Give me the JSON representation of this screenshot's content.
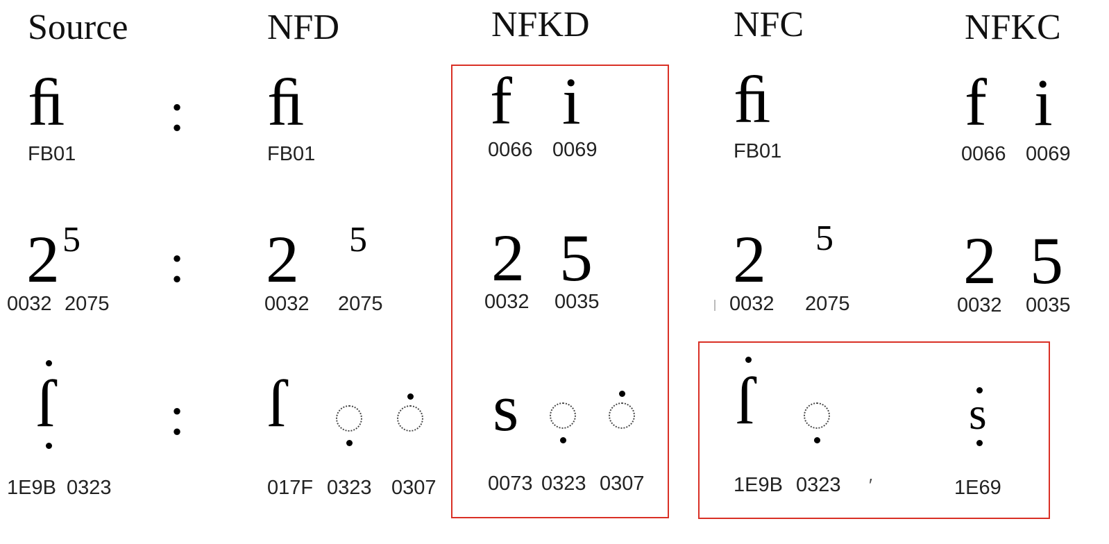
{
  "headers": {
    "source": "Source",
    "nfd": "NFD",
    "nfkd": "NFKD",
    "nfc": "NFC",
    "nfkc": "NFKC"
  },
  "colon": ":",
  "row1": {
    "source": {
      "glyph": "ﬁ",
      "code": "FB01"
    },
    "nfd": {
      "glyph": "ﬁ",
      "code": "FB01"
    },
    "nfkd": [
      {
        "glyph": "f",
        "code": "0066"
      },
      {
        "glyph": "i",
        "code": "0069"
      }
    ],
    "nfc": {
      "glyph": "ﬁ",
      "code": "FB01"
    },
    "nfkc": [
      {
        "glyph": "f",
        "code": "0066"
      },
      {
        "glyph": "i",
        "code": "0069"
      }
    ]
  },
  "row2": {
    "source": [
      {
        "glyph": "2",
        "code": "0032"
      },
      {
        "glyph": "5",
        "code": "2075"
      }
    ],
    "nfd": [
      {
        "glyph": "2",
        "code": "0032"
      },
      {
        "glyph": "5",
        "code": "2075"
      }
    ],
    "nfkd": [
      {
        "glyph": "2",
        "code": "0032"
      },
      {
        "glyph": "5",
        "code": "0035"
      }
    ],
    "nfc": [
      {
        "glyph": "2",
        "code": "0032"
      },
      {
        "glyph": "5",
        "code": "2075"
      }
    ],
    "nfkc": [
      {
        "glyph": "2",
        "code": "0032"
      },
      {
        "glyph": "5",
        "code": "0035"
      }
    ]
  },
  "row3": {
    "source": {
      "glyph": "ſ",
      "codes": [
        "1E9B",
        "0323"
      ]
    },
    "nfd": [
      {
        "glyph": "ſ",
        "code": "017F"
      },
      {
        "code": "0323"
      },
      {
        "code": "0307"
      }
    ],
    "nfkd": [
      {
        "glyph": "s",
        "code": "0073"
      },
      {
        "code": "0323"
      },
      {
        "code": "0307"
      }
    ],
    "nfc": [
      {
        "glyph": "ſ",
        "code": "1E9B"
      },
      {
        "code": "0323"
      }
    ],
    "nfkc": {
      "glyph": "s",
      "code": "1E69"
    }
  },
  "colors": {
    "highlight_box": "#d93025"
  }
}
